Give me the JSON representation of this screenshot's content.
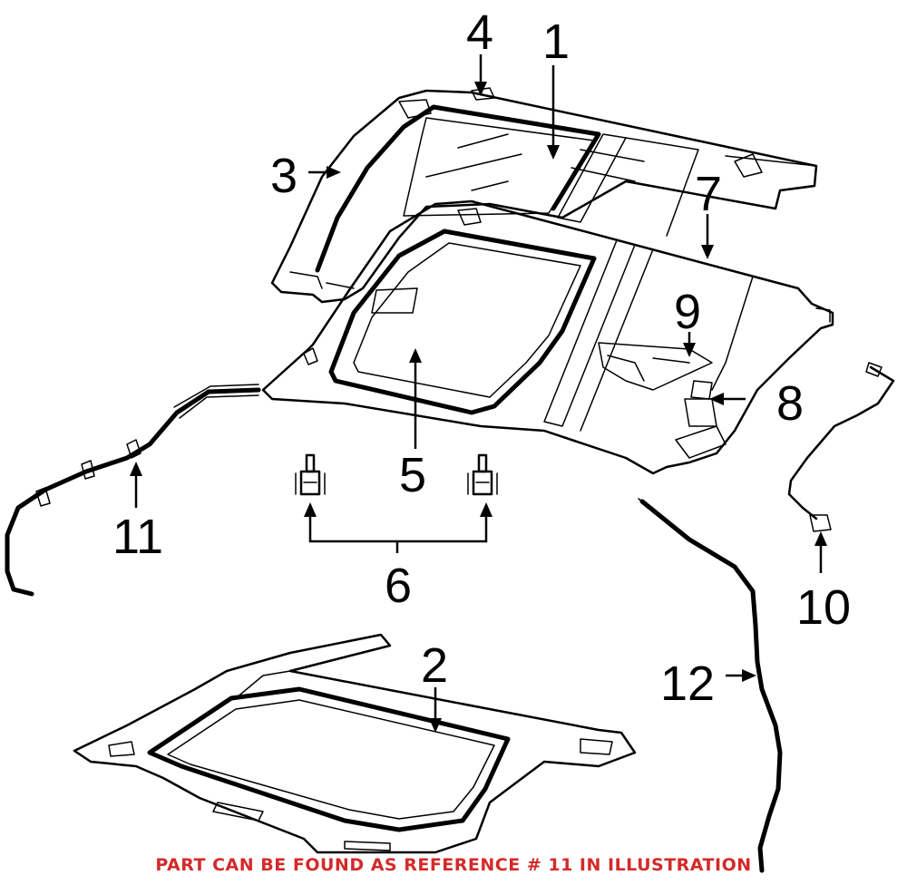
{
  "callouts": {
    "c1": "1",
    "c2": "2",
    "c3": "3",
    "c4": "4",
    "c5": "5",
    "c6": "6",
    "c7": "7",
    "c8": "8",
    "c9": "9",
    "c10": "10",
    "c11": "11",
    "c12": "12"
  },
  "footnote": {
    "text": "PART CAN BE FOUND AS REFERENCE # 11 IN ILLUSTRATION",
    "color": "#d42a2a"
  }
}
